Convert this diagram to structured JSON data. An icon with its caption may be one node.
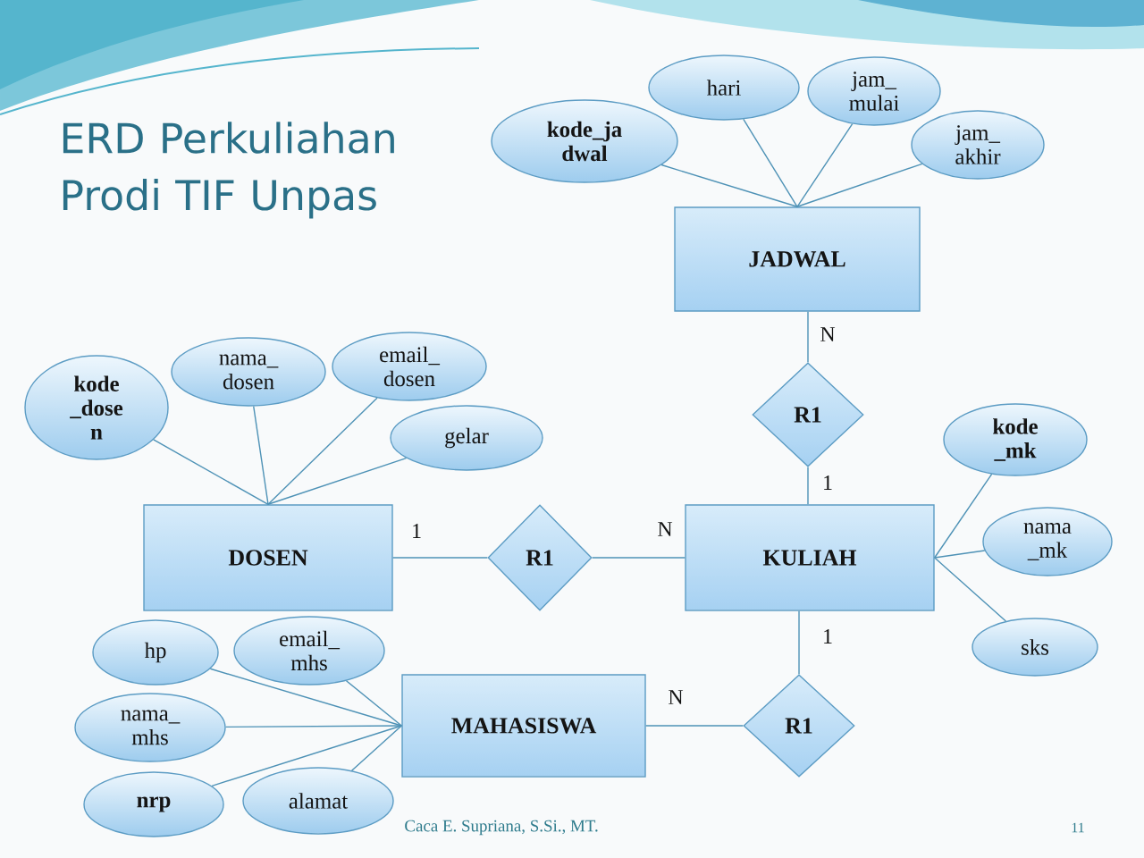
{
  "diagram": {
    "title": "ERD Perkuliahan Prodi TIF Unpas",
    "nodes": [
      {
        "text": [
          "kode_ja dwal"
        ]
      },
      {
        "text": [
          "hari"
        ]
      },
      {
        "text": [
          "jam_ mulai"
        ]
      },
      {
        "text": [
          "jam_ akhir"
        ]
      },
      {
        "text": [
          "JADWAL"
        ]
      },
      {
        "text": [
          "kode _dose n"
        ]
      },
      {
        "text": [
          "nama_ dosen"
        ]
      },
      {
        "text": [
          "email_ dosen"
        ]
      },
      {
        "text": [
          "gelar"
        ]
      },
      {
        "text": [
          "R1"
        ]
      },
      {
        "text": [
          "kode _mk"
        ]
      },
      {
        "text": [
          "DOSEN"
        ]
      },
      {
        "text": [
          "R1"
        ]
      },
      {
        "text": [
          "KULIAH"
        ]
      },
      {
        "text": [
          "nama _mk"
        ]
      },
      {
        "text": [
          "sks"
        ]
      },
      {
        "text": [
          "hp"
        ]
      },
      {
        "text": [
          "email_ mhs"
        ]
      },
      {
        "text": [
          "nama_ mhs"
        ]
      },
      {
        "text": [
          "MAHASISWA"
        ]
      },
      {
        "text": [
          "R1"
        ]
      },
      {
        "text": [
          "nrp"
        ]
      },
      {
        "text": [
          "alamat"
        ]
      }
    ],
    "edges": [
      {
        "from": 0,
        "to": 4,
        "arrow": "none"
      },
      {
        "from": 1,
        "to": 4,
        "arrow": "none"
      },
      {
        "from": 2,
        "to": 4,
        "arrow": "none"
      },
      {
        "from": 3,
        "to": 4,
        "arrow": "none"
      },
      {
        "from": 4,
        "to": 9,
        "arrow": "none",
        "label": "N"
      },
      {
        "from": 9,
        "to": 13,
        "arrow": "none",
        "label": "1"
      },
      {
        "from": 5,
        "to": 11,
        "arrow": "none"
      },
      {
        "from": 6,
        "to": 11,
        "arrow": "none"
      },
      {
        "from": 7,
        "to": 11,
        "arrow": "none"
      },
      {
        "from": 8,
        "to": 11,
        "arrow": "none"
      },
      {
        "from": 11,
        "to": 12,
        "arrow": "none",
        "label": "1"
      },
      {
        "from": 12,
        "to": 13,
        "arrow": "none",
        "label": "N"
      },
      {
        "from": 10,
        "to": 13,
        "arrow": "none"
      },
      {
        "from": 14,
        "to": 13,
        "arrow": "none"
      },
      {
        "from": 15,
        "to": 13,
        "arrow": "none"
      },
      {
        "from": 13,
        "to": 20,
        "arrow": "none",
        "label": "1"
      },
      {
        "from": 20,
        "to": 19,
        "arrow": "none",
        "label": "N"
      },
      {
        "from": 16,
        "to": 19,
        "arrow": "none"
      },
      {
        "from": 17,
        "to": 19,
        "arrow": "none"
      },
      {
        "from": 18,
        "to": 19,
        "arrow": "none"
      },
      {
        "from": 21,
        "to": 19,
        "arrow": "none"
      },
      {
        "from": 22,
        "to": 19,
        "arrow": "none"
      }
    ],
    "labels": [
      "Caca E. Supriana, S.Si., MT.",
      "11"
    ]
  }
}
